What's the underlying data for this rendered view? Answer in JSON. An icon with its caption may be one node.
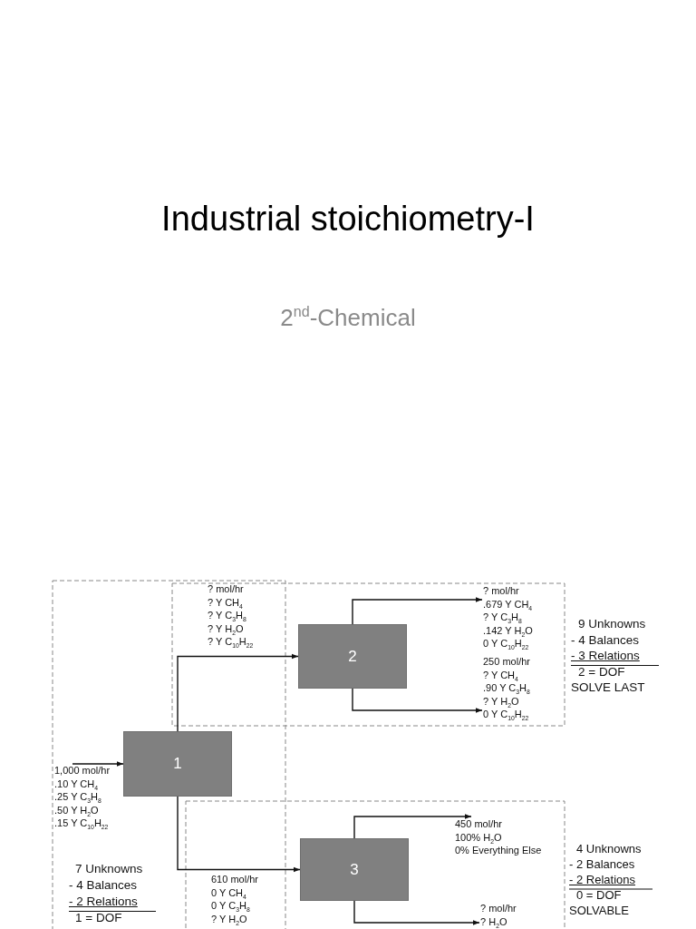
{
  "diagram": {
    "title": "Industrial stoichiometry-I",
    "nodes": [
      {
        "text": [
          "1"
        ]
      },
      {
        "text": [
          "2"
        ]
      },
      {
        "text": [
          "3"
        ]
      },
      {
        "text": [
          "1,000 mol/hr",
          ".10 Y CH$_{4}$",
          ".25 Y C$_{3}$H$_{8}$",
          ".50 Y H$_{2}$O",
          ".15 Y C$_{10}$H$_{22}$"
        ]
      },
      {
        "text": [
          "? mol/hr",
          ".679 Y CH$_{4}$",
          "? Y C$_{3}$H$_{8}$",
          ".142 Y H$_{2}$O",
          "0 Y C$_{10}$H$_{22}$"
        ]
      },
      {
        "text": [
          "250 mol/hr",
          "? Y CH$_{4}$",
          ".90 Y C$_{3}$H$_{8}$",
          "? Y H$_{2}$O",
          "0 Y C$_{10}$H$_{22}$"
        ]
      },
      {
        "text": [
          "450 mol/hr",
          "100% H$_{2}$O",
          "0% Everything Else"
        ]
      },
      {
        "text": [
          "? mol/hr",
          "? H$_{2}$O"
        ]
      }
    ],
    "edges": [
      {
        "from": 3,
        "to": 0,
        "arrow": "to"
      },
      {
        "from": 0,
        "to": 1,
        "arrow": "to"
      },
      {
        "from": 0,
        "to": 2,
        "arrow": "to"
      },
      {
        "from": 1,
        "to": 4,
        "arrow": "to"
      },
      {
        "from": 1,
        "to": 5,
        "arrow": "to"
      },
      {
        "from": 2,
        "to": 6,
        "arrow": "to"
      },
      {
        "from": 2,
        "to": 7,
        "arrow": "to"
      }
    ],
    "labels": [
      "2$^{nd}$-Chemical",
      "? mol/hr",
      "? Y CH$_{4}$",
      "? Y C$_{3}$H$_{8}$",
      "? Y H$_{2}$O",
      "? Y C$_{10}$H$_{22}$",
      "9 Unknowns",
      "- 4 Balances",
      "- 3 Relations",
      "2 = DOF",
      "SOLVE LAST",
      "7 Unknowns",
      "- 4 Balances",
      "- 2 Relations",
      "1 = DOF",
      "4 Unknowns",
      "- 2 Balances",
      "- 2 Relations",
      "0 = DOF",
      "SOLVABLE",
      "610 mol/hr",
      "0 Y CH$_{4}$",
      "0 Y C$_{3}$H$_{8}$",
      "? Y H$_{2}$O"
    ]
  }
}
